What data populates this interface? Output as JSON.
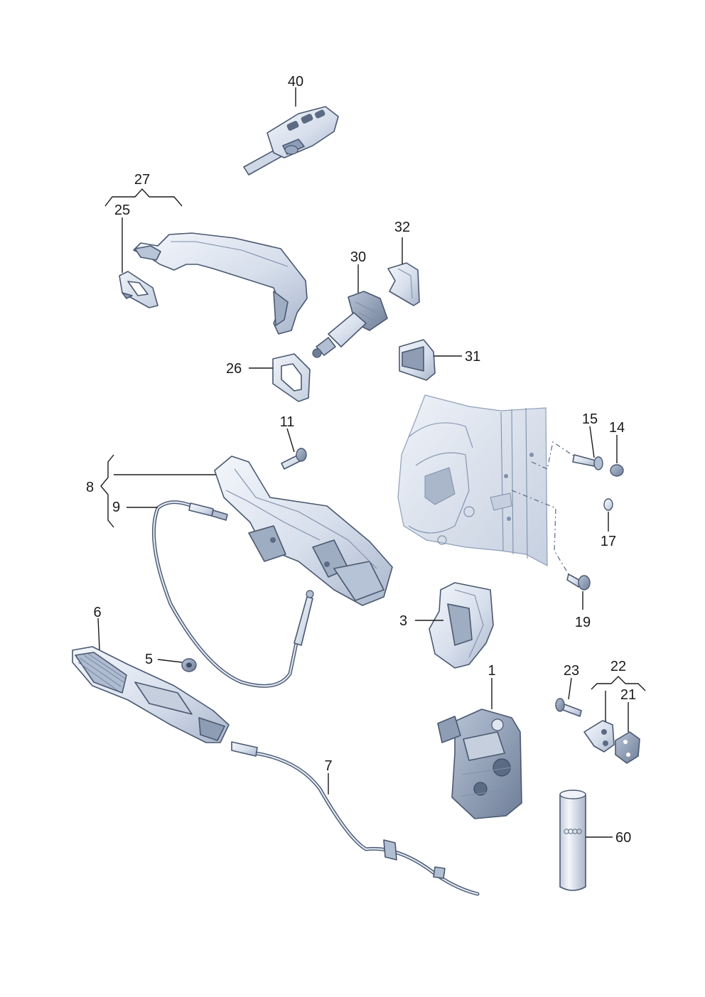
{
  "labels": {
    "p40": "40",
    "p27": "27",
    "p25": "25",
    "p32": "32",
    "p30": "30",
    "p31": "31",
    "p26": "26",
    "p11": "11",
    "p15": "15",
    "p14": "14",
    "p17": "17",
    "p19": "19",
    "p8": "8",
    "p9": "9",
    "p3": "3",
    "p6": "6",
    "p5": "5",
    "p23": "23",
    "p22": "22",
    "p21": "21",
    "p1": "1",
    "p7": "7",
    "p60": "60"
  },
  "colors": {
    "part_fill": "#dfe6f2",
    "part_shade": "#b9c5d8",
    "part_dark": "#7f8ea8",
    "outline": "#4a5870",
    "text": "#1a1a1a"
  },
  "icons": {
    "can_emblem": "four-rings-icon"
  }
}
